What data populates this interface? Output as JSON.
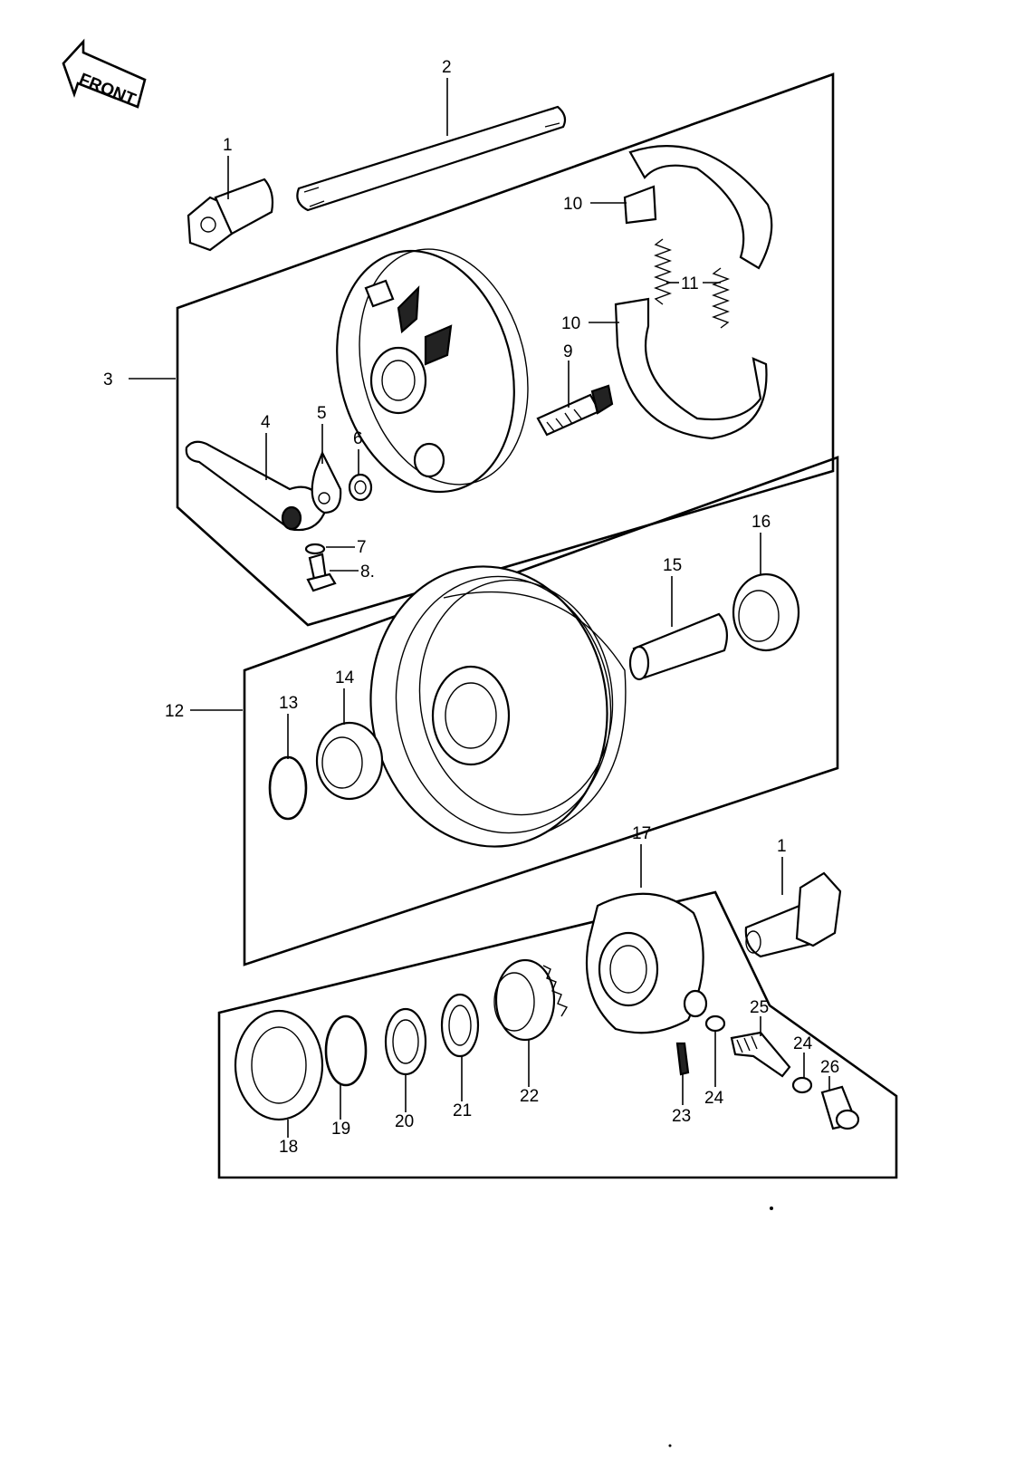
{
  "front_arrow": {
    "text": "FRONT"
  },
  "callouts": [
    {
      "id": "c1a",
      "text": "1"
    },
    {
      "id": "c2",
      "text": "2"
    },
    {
      "id": "c3",
      "text": "3"
    },
    {
      "id": "c4",
      "text": "4"
    },
    {
      "id": "c5",
      "text": "5"
    },
    {
      "id": "c6",
      "text": "6"
    },
    {
      "id": "c7",
      "text": "7"
    },
    {
      "id": "c8",
      "text": "8."
    },
    {
      "id": "c9",
      "text": "9"
    },
    {
      "id": "c10a",
      "text": "10"
    },
    {
      "id": "c10b",
      "text": "10"
    },
    {
      "id": "c11",
      "text": "11"
    },
    {
      "id": "c12",
      "text": "12"
    },
    {
      "id": "c13",
      "text": "13"
    },
    {
      "id": "c14",
      "text": "14"
    },
    {
      "id": "c15",
      "text": "15"
    },
    {
      "id": "c16",
      "text": "16"
    },
    {
      "id": "c17",
      "text": "17"
    },
    {
      "id": "c1b",
      "text": "1"
    },
    {
      "id": "c18",
      "text": "18"
    },
    {
      "id": "c19",
      "text": "19"
    },
    {
      "id": "c20",
      "text": "20"
    },
    {
      "id": "c21",
      "text": "21"
    },
    {
      "id": "c22",
      "text": "22"
    },
    {
      "id": "c23",
      "text": "23"
    },
    {
      "id": "c24a",
      "text": "24"
    },
    {
      "id": "c24b",
      "text": "24"
    },
    {
      "id": "c25",
      "text": "25"
    },
    {
      "id": "c26",
      "text": "26"
    }
  ]
}
